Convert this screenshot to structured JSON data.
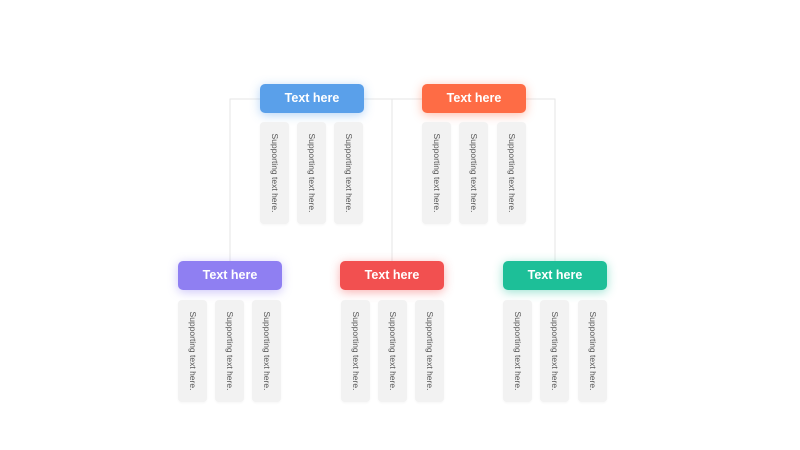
{
  "colors": {
    "connector": "#e6e6e6",
    "card_bg": "#f2f2f2"
  },
  "nodes": [
    {
      "label": "Text here",
      "color": "#5aa0ea",
      "glow": "rgba(90,160,234,0.45)",
      "cards": [
        "Supporting text here.",
        "Supporting text here.",
        "Supporting text here."
      ]
    },
    {
      "label": "Text here",
      "color": "#fe6c45",
      "glow": "rgba(254,108,69,0.45)",
      "cards": [
        "Supporting text here.",
        "Supporting text here.",
        "Supporting text here."
      ]
    },
    {
      "label": "Text here",
      "color": "#8f7ff2",
      "glow": "rgba(143,127,242,0.45)",
      "cards": [
        "Supporting text here.",
        "Supporting text here.",
        "Supporting text here."
      ]
    },
    {
      "label": "Text here",
      "color": "#f25050",
      "glow": "rgba(242,80,80,0.45)",
      "cards": [
        "Supporting text here.",
        "Supporting text here.",
        "Supporting text here."
      ]
    },
    {
      "label": "Text here",
      "color": "#1dbf98",
      "glow": "rgba(29,191,152,0.45)",
      "cards": [
        "Supporting text here.",
        "Supporting text here.",
        "Supporting text here."
      ]
    }
  ]
}
